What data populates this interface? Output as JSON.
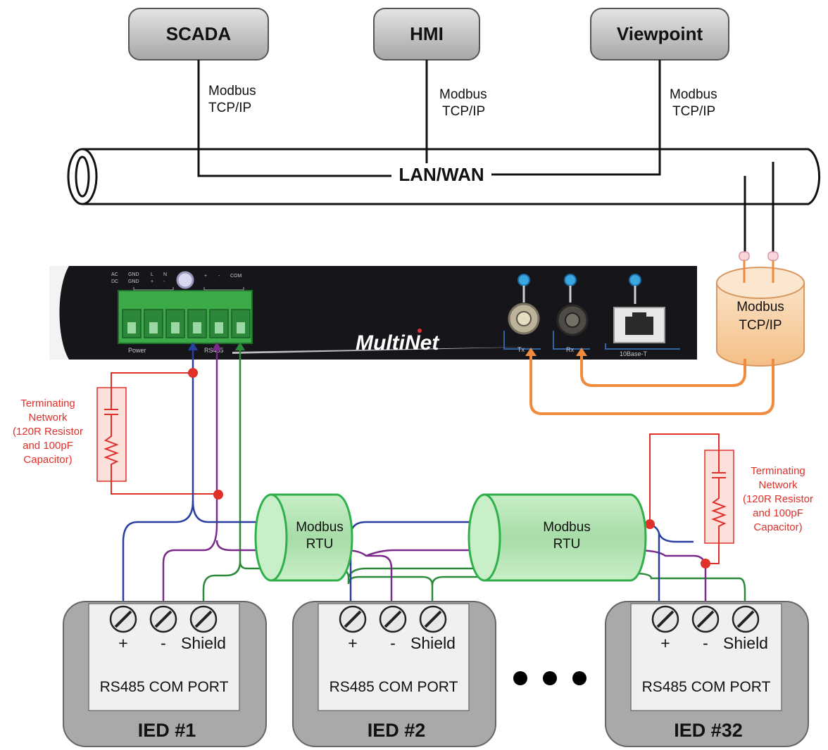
{
  "hosts": [
    "SCADA",
    "HMI",
    "Viewpoint"
  ],
  "protocol_line1": "Modbus",
  "protocol_line2": "TCP/IP",
  "lan_label": "LAN/WAN",
  "device": {
    "brand": "MultiNet",
    "labels": {
      "power": "Power",
      "rs485": "RS485",
      "tx": "Tx",
      "rx": "Rx",
      "base": "10Base-T",
      "ac": "AC",
      "dc": "DC",
      "gnd": "GND",
      "l": "L",
      "n": "N",
      "plus": "+",
      "minus": "-",
      "com": "COM"
    }
  },
  "tcp_cylinder": {
    "line1": "Modbus",
    "line2": "TCP/IP"
  },
  "rtu_cable": {
    "line1": "Modbus",
    "line2": "RTU"
  },
  "terminating_network": [
    "Terminating",
    "Network",
    "(120R Resistor",
    "and 100pF",
    "Capacitor)"
  ],
  "pins": {
    "plus": "+",
    "minus": "-",
    "shield": "Shield"
  },
  "port_label": "RS485 COM PORT",
  "ieds": [
    "IED #1",
    "IED #2",
    "IED #32"
  ],
  "colors": {
    "plus_wire": "#2b3f9e",
    "minus_wire": "#7a2a8a",
    "shield_wire": "#2a8a3a",
    "fiber": "#f08a3c",
    "terminator": "#e0302a",
    "rtu_cable": "#2fb04a",
    "tcp_cylinder": "#f4c89c"
  }
}
